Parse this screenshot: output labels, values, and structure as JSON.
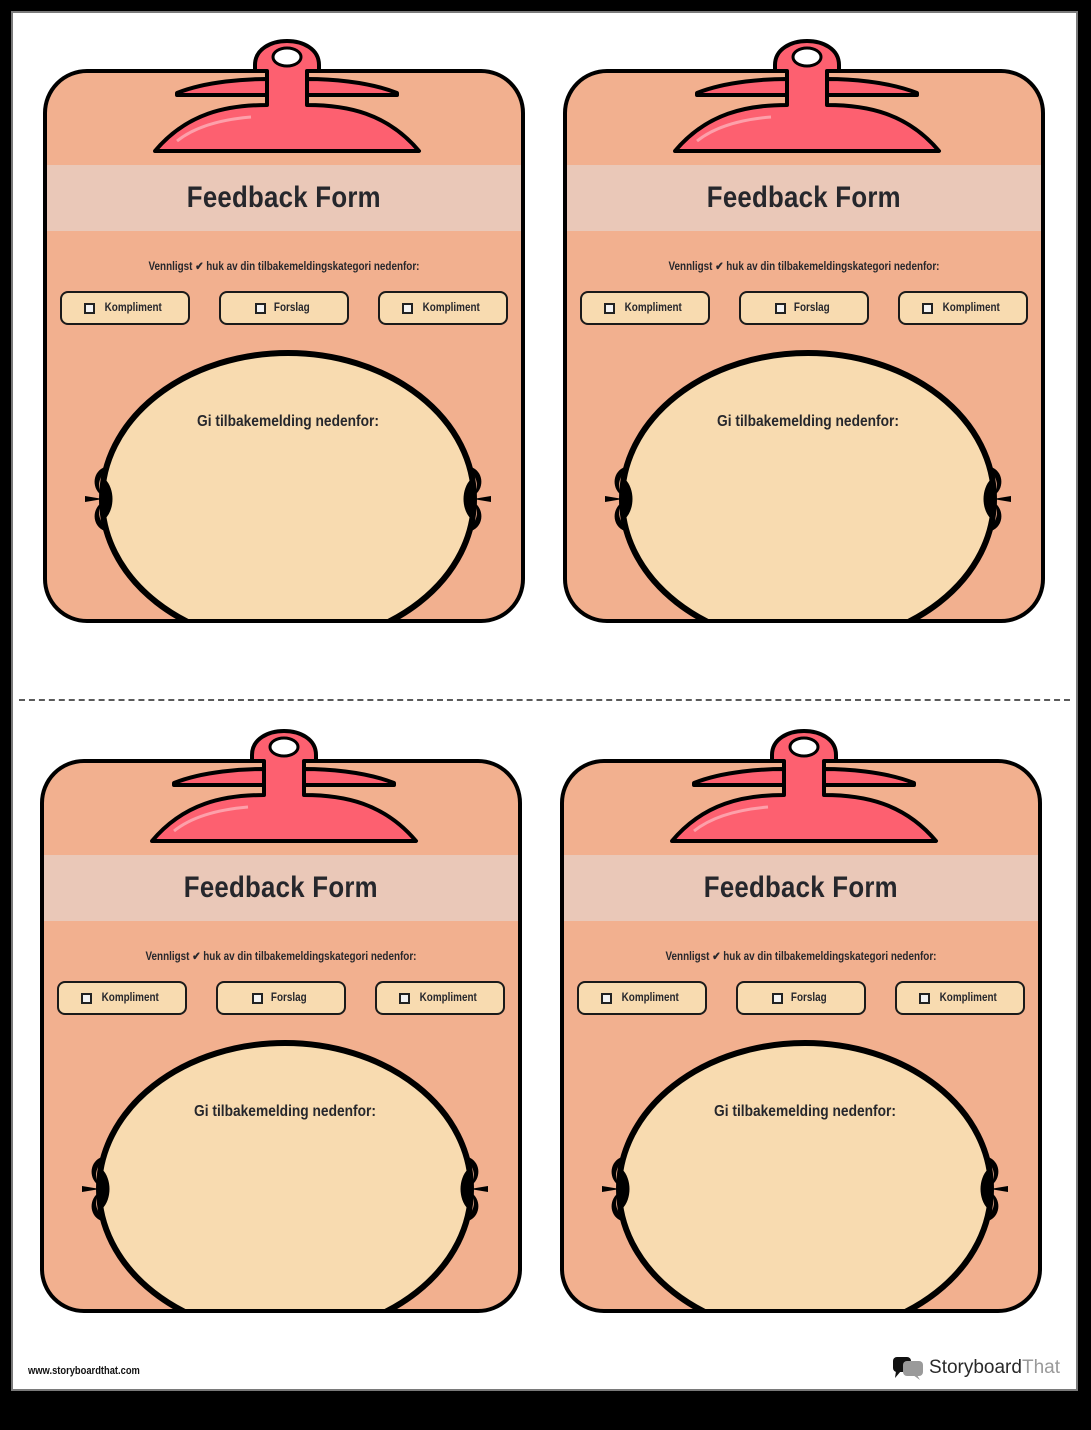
{
  "colors": {
    "board": "#f2b08f",
    "title_band": "#eac8b8",
    "option_fill": "#f8dbb0",
    "oval_fill": "#f8dbb0",
    "clip": "#fd6070",
    "text": "#26272c"
  },
  "cards": [
    {
      "title": "Feedback Form",
      "instruction": "Vennligst ✔ huk av din tilbakemeldingskategori nedenfor:",
      "options": [
        {
          "label": "Kompliment",
          "checked": false
        },
        {
          "label": "Forslag",
          "checked": false
        },
        {
          "label": "Kompliment",
          "checked": false
        }
      ],
      "prompt": "Gi tilbakemelding nedenfor:"
    },
    {
      "title": "Feedback Form",
      "instruction": "Vennligst ✔ huk av din tilbakemeldingskategori nedenfor:",
      "options": [
        {
          "label": "Kompliment",
          "checked": false
        },
        {
          "label": "Forslag",
          "checked": false
        },
        {
          "label": "Kompliment",
          "checked": false
        }
      ],
      "prompt": "Gi tilbakemelding nedenfor:"
    },
    {
      "title": "Feedback Form",
      "instruction": "Vennligst ✔ huk av din tilbakemeldingskategori nedenfor:",
      "options": [
        {
          "label": "Kompliment",
          "checked": false
        },
        {
          "label": "Forslag",
          "checked": false
        },
        {
          "label": "Kompliment",
          "checked": false
        }
      ],
      "prompt": "Gi tilbakemelding nedenfor:"
    },
    {
      "title": "Feedback Form",
      "instruction": "Vennligst ✔ huk av din tilbakemeldingskategori nedenfor:",
      "options": [
        {
          "label": "Kompliment",
          "checked": false
        },
        {
          "label": "Forslag",
          "checked": false
        },
        {
          "label": "Kompliment",
          "checked": false
        }
      ],
      "prompt": "Gi tilbakemelding nedenfor:"
    }
  ],
  "footer": {
    "url": "www.storyboardthat.com",
    "logo_part1": "Storyboard",
    "logo_part2": "That",
    "logo_icon": "speech-bubbles-icon"
  }
}
